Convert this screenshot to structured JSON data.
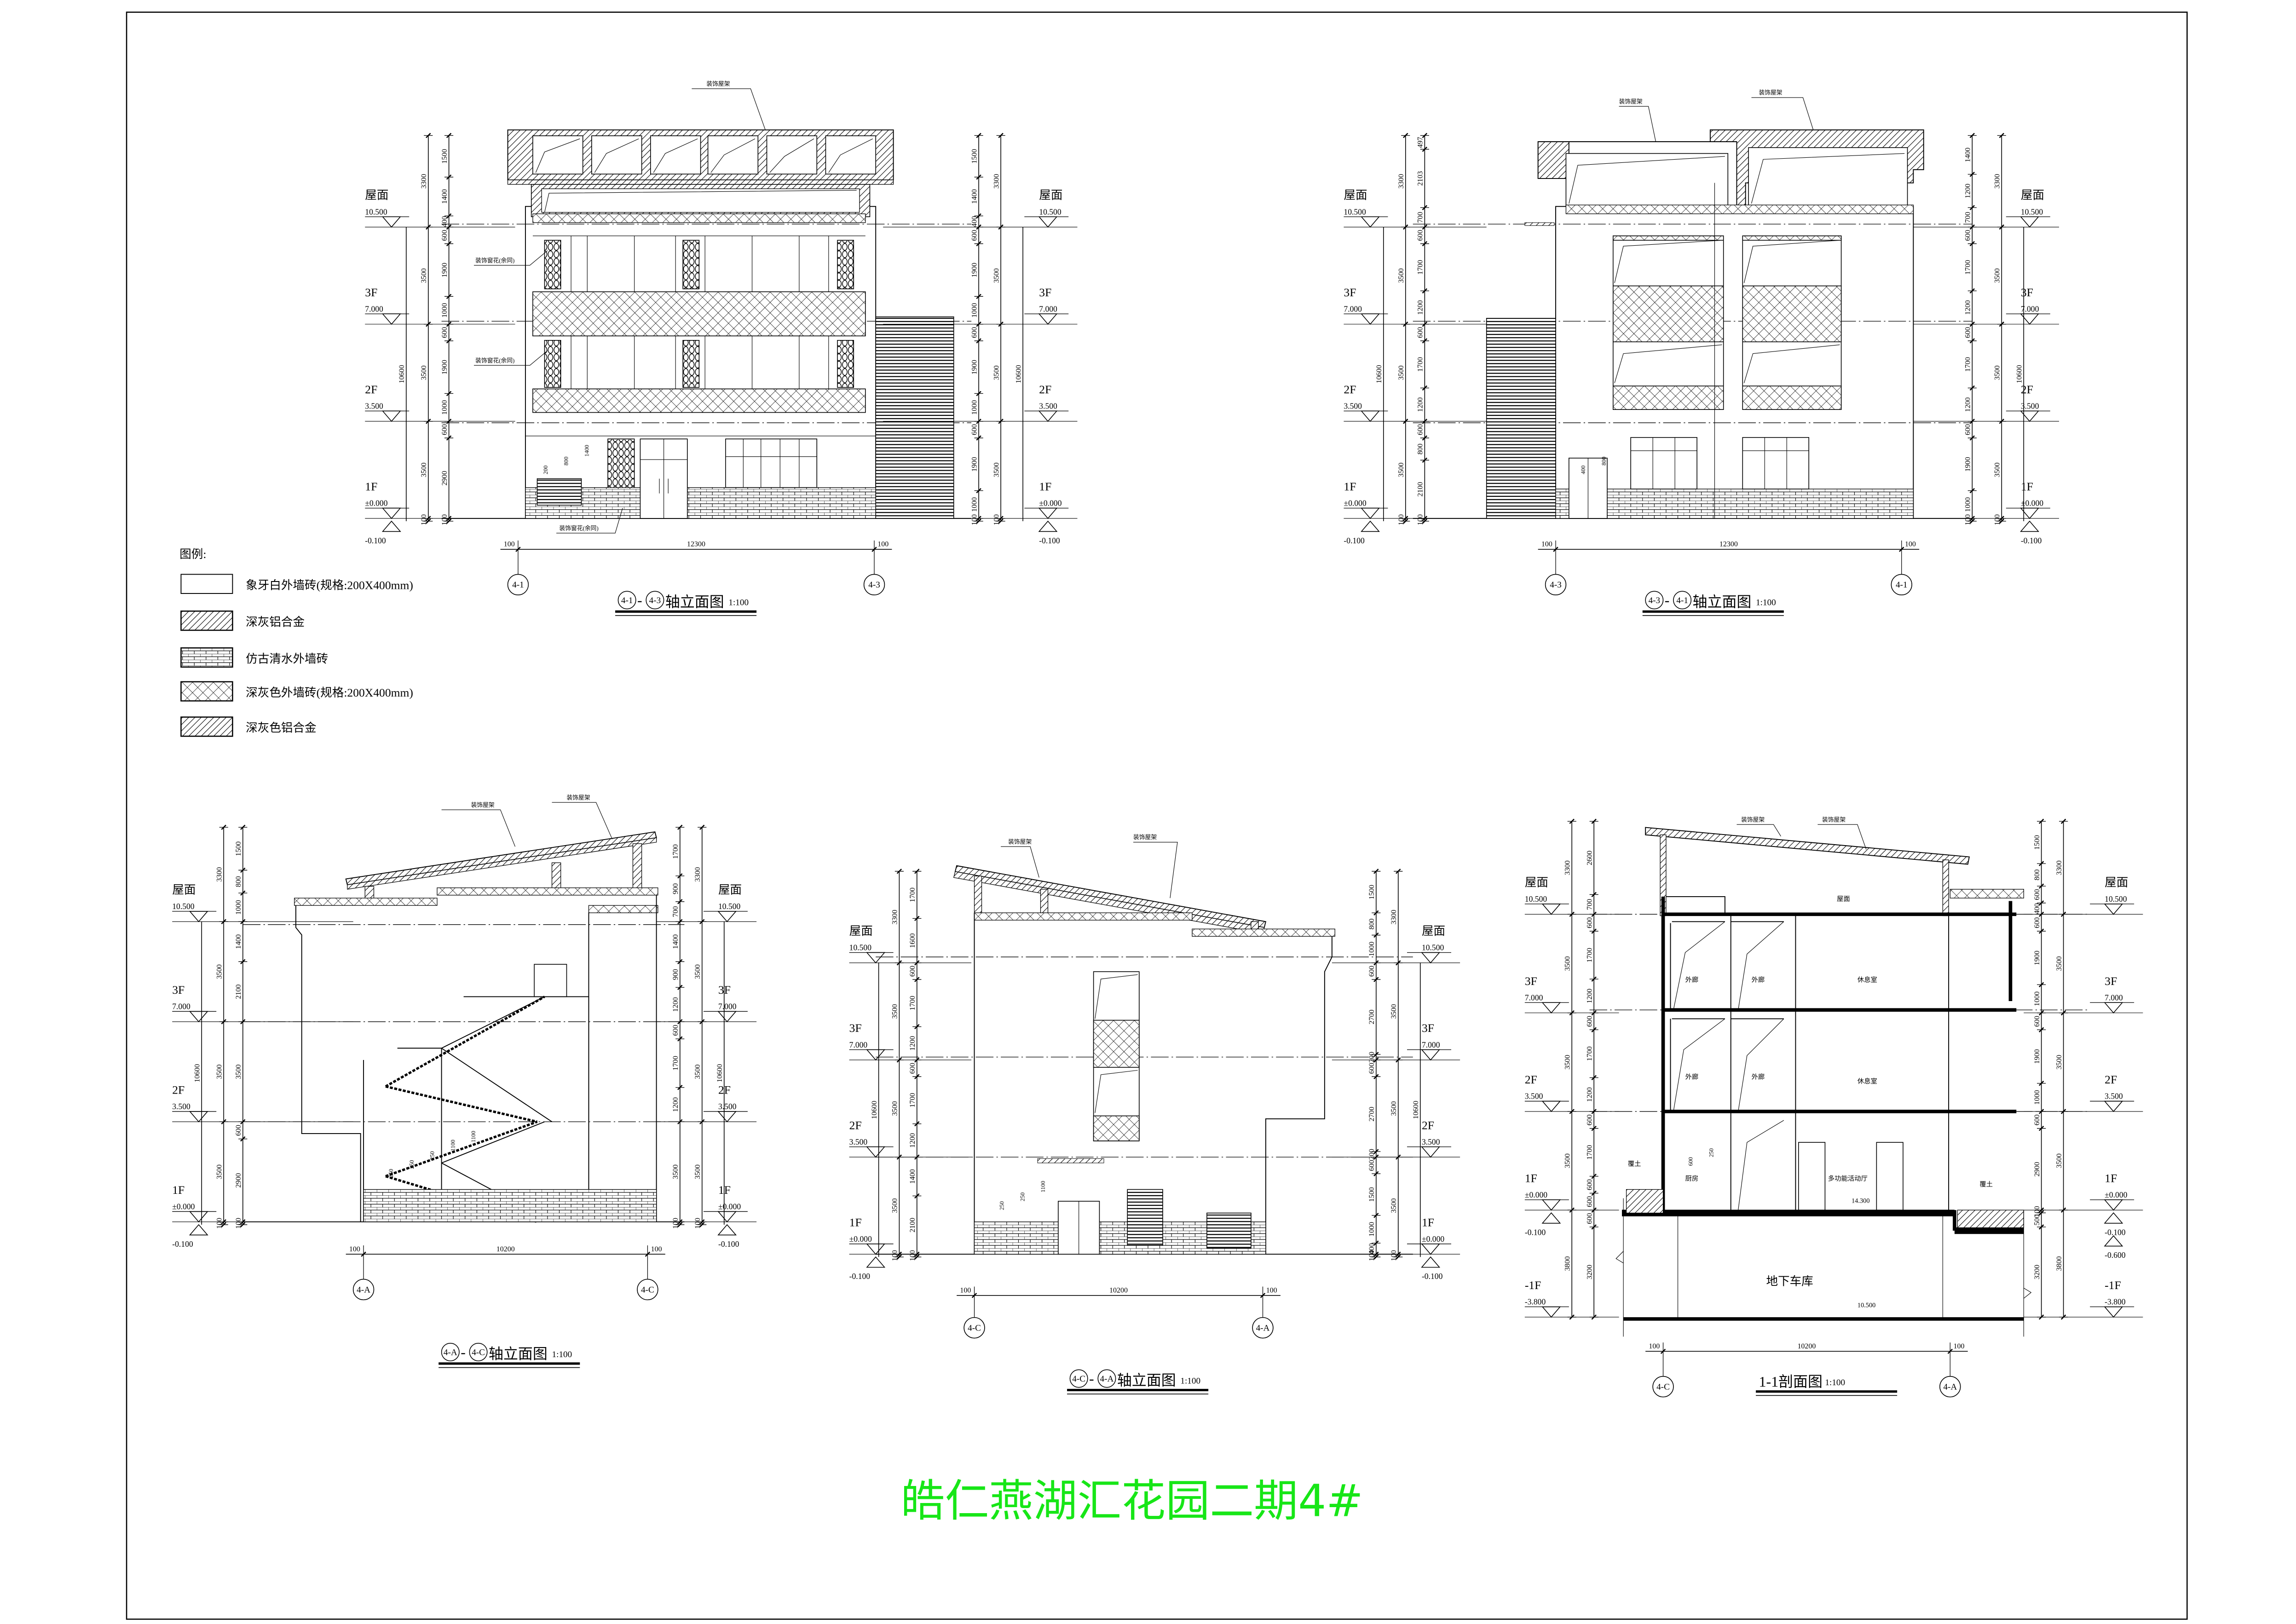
{
  "main_title": "皓仁燕湖汇花园二期4#",
  "legend": {
    "title": "图例:",
    "items": [
      {
        "label": "象牙白外墙砖(规格:200X400mm)",
        "swatch": "plain"
      },
      {
        "label": "深灰铝合金",
        "swatch": "hatch"
      },
      {
        "label": "仿古清水外墙砖",
        "swatch": "brick"
      },
      {
        "label": "深灰色外墙砖(规格:200X400mm)",
        "swatch": "cross"
      },
      {
        "label": "深灰色铝合金",
        "swatch": "hatch"
      }
    ]
  },
  "drawings": [
    {
      "title": {
        "axis_from": "4-1",
        "dash": "-",
        "axis_to": "4-3",
        "name": "轴立面图",
        "scale": "1:100"
      },
      "levels": [
        {
          "name": "1F",
          "elev": "±0.000"
        },
        {
          "name": "2F",
          "elev": "3.500"
        },
        {
          "name": "3F",
          "elev": "7.000"
        },
        {
          "name": "屋面",
          "elev": "10.500"
        }
      ],
      "ground_elev": "-0.100",
      "total_height": "10600",
      "width_dims": [
        "100",
        "12300",
        "100"
      ],
      "axes": [
        "4-1",
        "4-3"
      ],
      "dims_left_outer": [
        100,
        3500,
        3500,
        3500,
        3300
      ],
      "dims_left_inner": [
        100,
        2900,
        600,
        1000,
        1900,
        600,
        1000,
        1900,
        600,
        400,
        1400,
        1500
      ],
      "dims_right_outer": [
        100,
        3500,
        3500,
        3500,
        3300
      ],
      "dims_right_inner": [
        100,
        1000,
        1900,
        600,
        1000,
        1900,
        600,
        1000,
        1900,
        600,
        400,
        1400,
        1500
      ],
      "annotations": [
        "装饰屋架",
        "装饰窗花(余同)",
        "装饰窗花(余同)",
        "装饰窗花(余同)"
      ],
      "detail_dims": [
        "200",
        "800",
        "1400"
      ]
    },
    {
      "title": {
        "axis_from": "4-3",
        "dash": "-",
        "axis_to": "4-1",
        "name": "轴立面图",
        "scale": "1:100"
      },
      "levels": [
        {
          "name": "1F",
          "elev": "±0.000"
        },
        {
          "name": "2F",
          "elev": "3.500"
        },
        {
          "name": "3F",
          "elev": "7.000"
        },
        {
          "name": "屋面",
          "elev": "10.500"
        }
      ],
      "ground_elev": "-0.100",
      "total_height": "10600",
      "width_dims": [
        "100",
        "12300",
        "100"
      ],
      "axes": [
        "4-3",
        "4-1"
      ],
      "dims_left_outer": [
        100,
        3500,
        3500,
        3500,
        3300
      ],
      "dims_left_inner": [
        100,
        2100,
        800,
        600,
        1200,
        1700,
        600,
        1200,
        1700,
        600,
        700,
        2103,
        497
      ],
      "dims_right_outer": [
        100,
        3500,
        3500,
        3500,
        3300
      ],
      "dims_right_inner": [
        100,
        1000,
        1900,
        600,
        1200,
        1700,
        600,
        1200,
        1700,
        600,
        700,
        1200,
        1400
      ],
      "annotations": [
        "装饰屋架",
        "装饰屋架"
      ],
      "detail_dims": [
        "400",
        "800"
      ]
    },
    {
      "title": {
        "axis_from": "4-A",
        "dash": "-",
        "axis_to": "4-C",
        "name": "轴立面图",
        "scale": "1:100"
      },
      "levels": [
        {
          "name": "1F",
          "elev": "±0.000"
        },
        {
          "name": "2F",
          "elev": "3.500"
        },
        {
          "name": "3F",
          "elev": "7.000"
        },
        {
          "name": "屋面",
          "elev": "10.500"
        }
      ],
      "ground_elev": "-0.100",
      "total_height": "10600",
      "width_dims": [
        "100",
        "10200",
        "100"
      ],
      "axes": [
        "4-A",
        "4-C"
      ],
      "dims_left_outer": [
        100,
        3500,
        3500,
        3500,
        3300
      ],
      "dims_left_inner": [
        100,
        2900,
        600,
        3500,
        2100,
        1400,
        1000,
        800,
        1500
      ],
      "dims_right_outer": [
        100,
        3500,
        3500,
        3500,
        3300
      ],
      "dims_right_inner": [
        100,
        3500,
        1200,
        1700,
        600,
        1200,
        900,
        1400,
        700,
        900,
        1700
      ],
      "annotations": [
        "装饰屋架",
        "装饰屋架"
      ],
      "detail_dims": [
        "250",
        "250",
        "250",
        "1100",
        "1100"
      ]
    },
    {
      "title": {
        "axis_from": "4-C",
        "dash": "-",
        "axis_to": "4-A",
        "name": "轴立面图",
        "scale": "1:100"
      },
      "levels": [
        {
          "name": "1F",
          "elev": "±0.000"
        },
        {
          "name": "2F",
          "elev": "3.500"
        },
        {
          "name": "3F",
          "elev": "7.000"
        },
        {
          "name": "屋面",
          "elev": "10.500"
        }
      ],
      "ground_elev": "-0.100",
      "total_height": "10600",
      "width_dims": [
        "100",
        "10200",
        "100"
      ],
      "axes": [
        "4-C",
        "4-A"
      ],
      "dims_left_outer": [
        100,
        3500,
        3500,
        3500,
        3300
      ],
      "dims_left_inner": [
        100,
        2100,
        1400,
        1200,
        1700,
        600,
        1200,
        1700,
        600,
        1600,
        1700
      ],
      "dims_right_outer": [
        100,
        3500,
        3500,
        3500,
        3300
      ],
      "dims_right_inner": [
        100,
        400,
        1000,
        1500,
        600,
        200,
        2700,
        600,
        200,
        2700,
        600,
        1000,
        800,
        1500
      ],
      "annotations": [
        "装饰屋架",
        "装饰屋架"
      ],
      "detail_dims": [
        "250",
        "250",
        "1100"
      ]
    },
    {
      "title": {
        "name": "1-1剖面图",
        "scale": "1:100"
      },
      "levels": [
        {
          "name": "-1F",
          "elev": "-3.800"
        },
        {
          "name": "1F",
          "elev": "±0.000"
        },
        {
          "name": "2F",
          "elev": "3.500"
        },
        {
          "name": "3F",
          "elev": "7.000"
        },
        {
          "name": "屋面",
          "elev": "10.500"
        }
      ],
      "ground_elev": "-0.100",
      "extra_elevs": [
        "-0.600"
      ],
      "total_height": "10600",
      "width_dims": [
        "100",
        "10200",
        "100"
      ],
      "axes": [
        "4-C",
        "4-A"
      ],
      "dims_left_outer": [
        3800,
        3500,
        3500,
        3500,
        3300
      ],
      "dims_left_inner": [
        3200,
        600,
        600,
        600,
        1700,
        600,
        1200,
        1700,
        600,
        1200,
        1700,
        600,
        700,
        2600
      ],
      "dims_right_outer": [
        3800,
        3500,
        3500,
        3500,
        3300
      ],
      "dims_right_inner": [
        3200,
        500,
        100,
        2900,
        600,
        1000,
        1900,
        600,
        1000,
        1900,
        600,
        400,
        600,
        800,
        1500
      ],
      "annotations": [
        "装饰屋架",
        "装饰屋架"
      ],
      "rooms": {
        "roof": "屋面",
        "corridor": "外廊",
        "lounge": "休息室",
        "kitchen": "厨房",
        "hall": "多功能活动厅",
        "soil": "覆土",
        "garage": "地下车库"
      },
      "inner_elevs": [
        "14.300",
        "10.500"
      ],
      "detail_dims": [
        "600",
        "250"
      ]
    }
  ]
}
